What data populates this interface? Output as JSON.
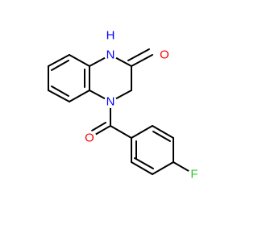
{
  "colors": {
    "carbon": "#000000",
    "nitrogen": "#0000ff",
    "oxygen": "#ff0000",
    "fluorine": "#33cc33",
    "background": "#ffffff"
  },
  "atoms": {
    "nh_n": "N",
    "nh_h": "H",
    "amide_o": "O",
    "ring_n": "N",
    "ketone_o": "O",
    "fluorine": "F"
  }
}
